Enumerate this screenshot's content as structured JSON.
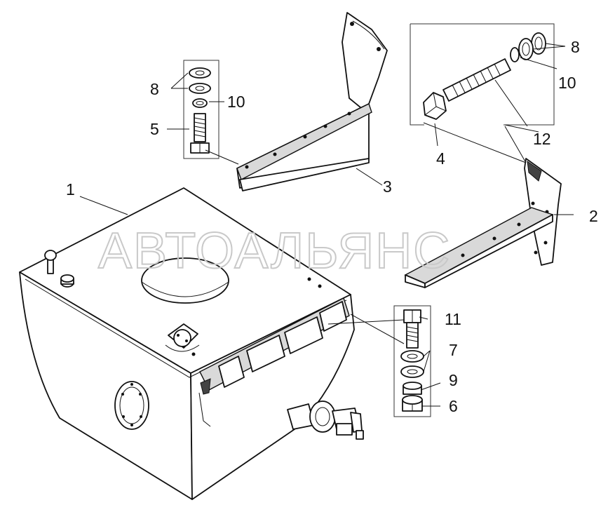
{
  "watermark": "АВТОАЛЬЯНС",
  "callouts": [
    {
      "id": "c1",
      "text": "1"
    },
    {
      "id": "c2",
      "text": "2"
    },
    {
      "id": "c3",
      "text": "3"
    },
    {
      "id": "c4",
      "text": "4"
    },
    {
      "id": "c5",
      "text": "5"
    },
    {
      "id": "c6",
      "text": "6"
    },
    {
      "id": "c7",
      "text": "7"
    },
    {
      "id": "c8a",
      "text": "8"
    },
    {
      "id": "c8b",
      "text": "8"
    },
    {
      "id": "c9",
      "text": "9"
    },
    {
      "id": "c10a",
      "text": "10"
    },
    {
      "id": "c10b",
      "text": "10"
    },
    {
      "id": "c11",
      "text": "11"
    },
    {
      "id": "c12",
      "text": "12"
    }
  ]
}
